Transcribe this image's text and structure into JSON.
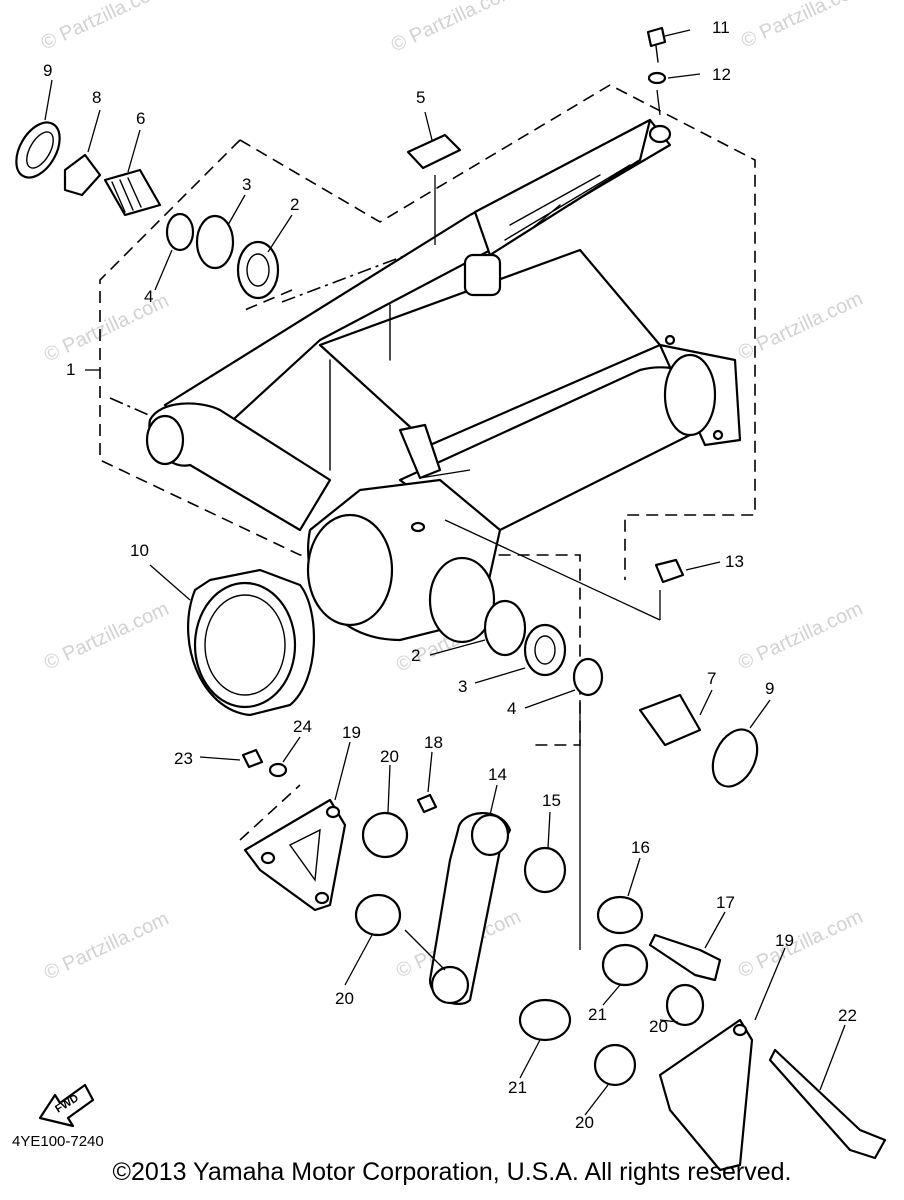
{
  "watermark": "© Partzilla.com",
  "diagram_code": "4YE100-7240",
  "fwd_label": "FWD",
  "copyright": "©2013 Yamaha Motor Corporation, U.S.A. All rights reserved.",
  "callouts": {
    "c1": "1",
    "c2a": "2",
    "c2b": "2",
    "c3a": "3",
    "c3b": "3",
    "c4a": "4",
    "c4b": "4",
    "c5": "5",
    "c6": "6",
    "c7": "7",
    "c8": "8",
    "c9a": "9",
    "c9b": "9",
    "c10": "10",
    "c11": "11",
    "c12": "12",
    "c13": "13",
    "c14": "14",
    "c15": "15",
    "c16": "16",
    "c17": "17",
    "c18": "18",
    "c19a": "19",
    "c19b": "19",
    "c20a": "20",
    "c20b": "20",
    "c20c": "20",
    "c20d": "20",
    "c21a": "21",
    "c21b": "21",
    "c22": "22",
    "c23": "23",
    "c24": "24"
  }
}
